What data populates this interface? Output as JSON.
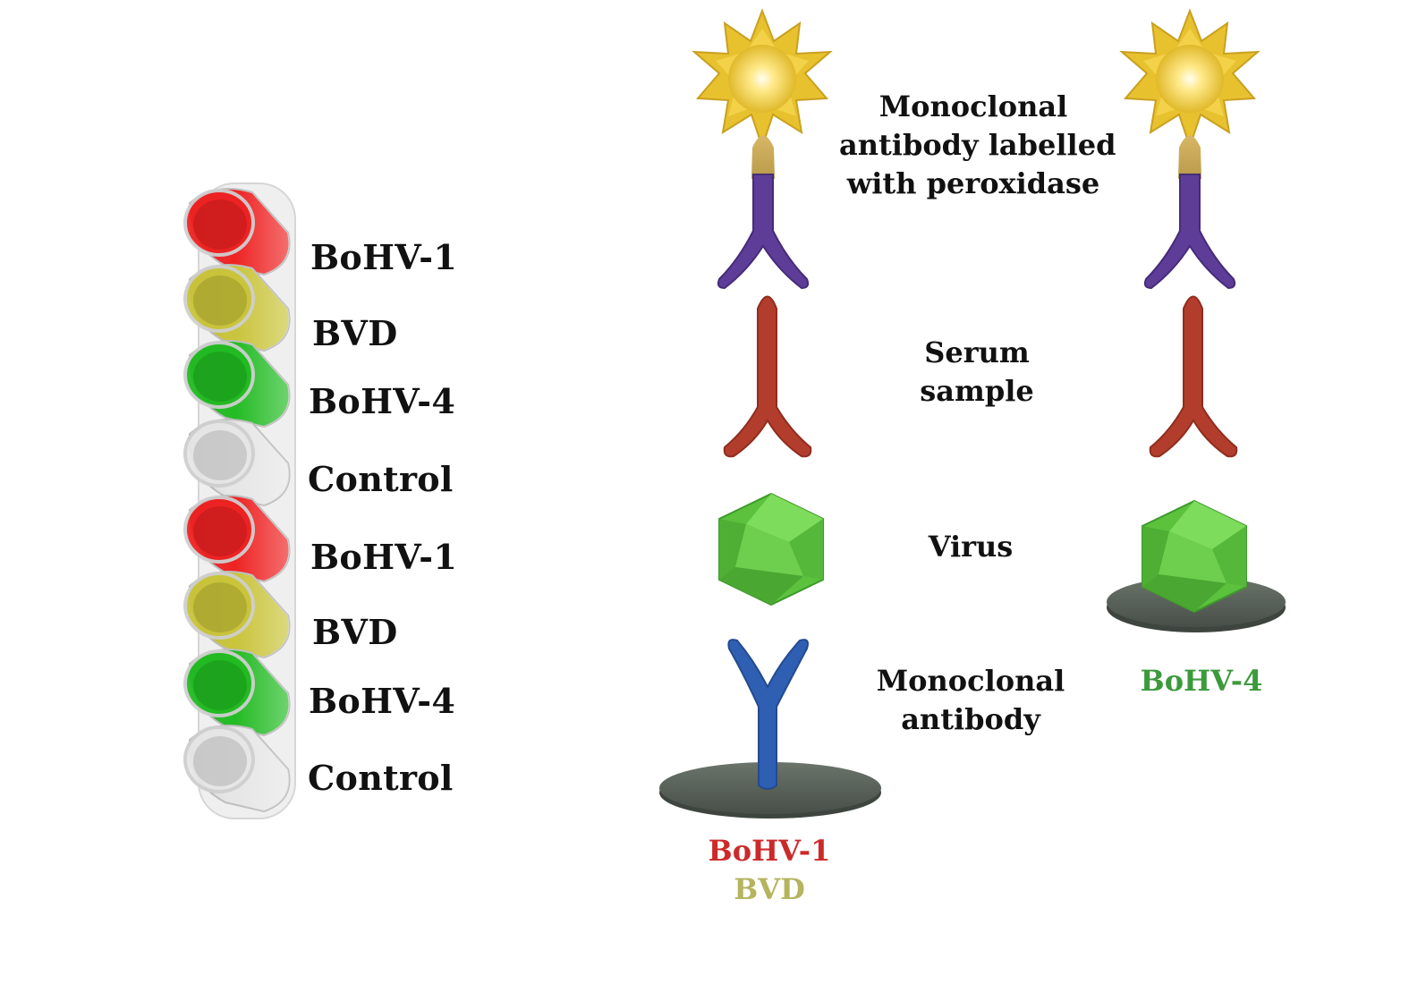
{
  "wells": [
    {
      "label": "BoHV-1",
      "color": "#ee2222"
    },
    {
      "label": "BVD",
      "color": "#c9c43a"
    },
    {
      "label": "BoHV-4",
      "color": "#22bb22"
    },
    {
      "label": "Control",
      "color": "#e6e6e6"
    },
    {
      "label": "BoHV-1",
      "color": "#ee2222"
    },
    {
      "label": "BVD",
      "color": "#c9c43a"
    },
    {
      "label": "BoHV-4",
      "color": "#22bb22"
    },
    {
      "label": "Control",
      "color": "#e6e6e6"
    }
  ],
  "descriptions": {
    "peroxidase": [
      "Monoclonal",
      "antibody labelled",
      "with peroxidase"
    ],
    "serum": [
      "Serum",
      "sample"
    ],
    "virus": "Virus",
    "capture": [
      "Monoclonal",
      "antibody"
    ]
  },
  "captions": {
    "left_line1": "BoHV-1",
    "left_line2": "BVD",
    "right": "BoHV-4"
  },
  "colors": {
    "bohv1": "#cc2a2a",
    "bvd": "#b5b45e",
    "bohv4": "#3c9a3c",
    "labelled_antibody": "#5e3d99",
    "serum_antibody": "#b33d2c",
    "capture_antibody": "#2f5fb3",
    "virus": "#6ccc4c",
    "plate": "#5d665e",
    "peroxidase": "#f1cf3a"
  }
}
